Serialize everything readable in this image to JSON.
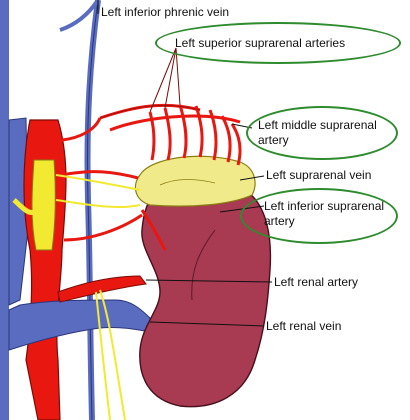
{
  "labels": {
    "phrenic_vein": "Left inferior phrenic vein",
    "superior_arteries": "Left superior suprarenal arteries",
    "middle_artery": "Left middle suprarenal artery",
    "suprarenal_vein": "Left suprarenal vein",
    "inferior_artery": "Left inferior suprarenal artery",
    "renal_artery": "Left renal artery",
    "renal_vein": "Left renal vein"
  },
  "colors": {
    "artery": "#e8170f",
    "vein": "#5a6cc0",
    "kidney": "#a83a52",
    "gland": "#f0ea8a",
    "nerve": "#f2ea30",
    "highlight_oval": "#2e8b2e"
  }
}
